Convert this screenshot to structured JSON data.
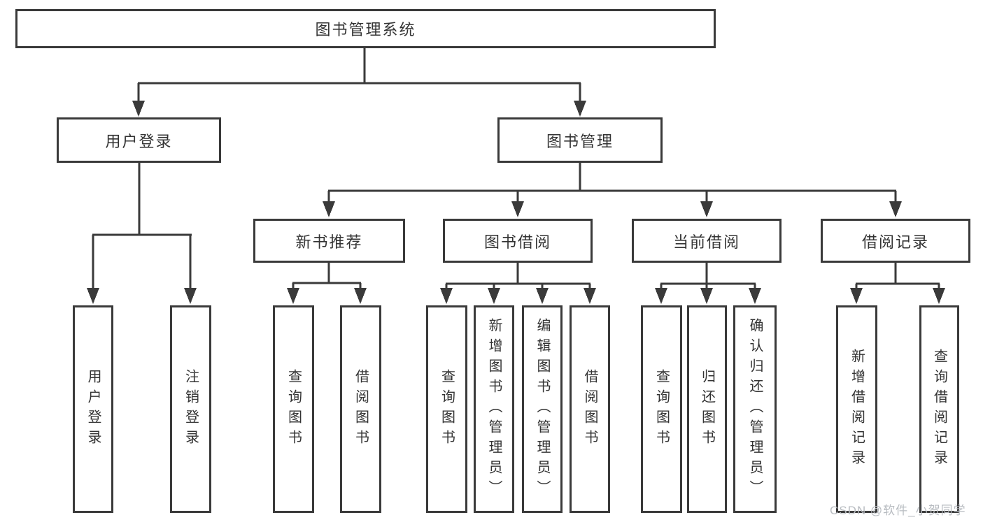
{
  "diagram": {
    "type": "tree-functional-structure",
    "root_id": "root",
    "nodes": [
      {
        "id": "root",
        "label": "图书管理系统",
        "parent": null,
        "level": 1
      },
      {
        "id": "user-login",
        "label": "用户登录",
        "parent": "root",
        "level": 2
      },
      {
        "id": "book-management",
        "label": "图书管理",
        "parent": "root",
        "level": 2
      },
      {
        "id": "new-book-recommend",
        "label": "新书推荐",
        "parent": "book-management",
        "level": 3
      },
      {
        "id": "book-borrow",
        "label": "图书借阅",
        "parent": "book-management",
        "level": 3
      },
      {
        "id": "current-borrow",
        "label": "当前借阅",
        "parent": "book-management",
        "level": 3
      },
      {
        "id": "borrow-records",
        "label": "借阅记录",
        "parent": "book-management",
        "level": 3
      },
      {
        "id": "user-login-op",
        "label": "用户登录",
        "parent": "user-login",
        "level": 4
      },
      {
        "id": "logout-op",
        "label": "注销登录",
        "parent": "user-login",
        "level": 4
      },
      {
        "id": "query-books-recommend",
        "label": "查询图书",
        "parent": "new-book-recommend",
        "level": 4
      },
      {
        "id": "borrow-books-recommend",
        "label": "借阅图书",
        "parent": "new-book-recommend",
        "level": 4
      },
      {
        "id": "query-books-borrow",
        "label": "查询图书",
        "parent": "book-borrow",
        "level": 4
      },
      {
        "id": "add-books-admin",
        "label": "新增图书（管理员）",
        "parent": "book-borrow",
        "level": 4
      },
      {
        "id": "edit-books-admin",
        "label": "编辑图书（管理员）",
        "parent": "book-borrow",
        "level": 4
      },
      {
        "id": "borrow-books-op",
        "label": "借阅图书",
        "parent": "book-borrow",
        "level": 4
      },
      {
        "id": "query-books-current",
        "label": "查询图书",
        "parent": "current-borrow",
        "level": 4
      },
      {
        "id": "return-books",
        "label": "归还图书",
        "parent": "current-borrow",
        "level": 4
      },
      {
        "id": "confirm-return-admin",
        "label": "确认归还（管理员）",
        "parent": "current-borrow",
        "level": 4
      },
      {
        "id": "add-borrow-record",
        "label": "新增借阅记录",
        "parent": "borrow-records",
        "level": 4
      },
      {
        "id": "query-borrow-record",
        "label": "查询借阅记录",
        "parent": "borrow-records",
        "level": 4
      }
    ]
  },
  "watermark": {
    "text": "CSDN @软件_小贺同学"
  },
  "colors": {
    "line": "#3a3a3a",
    "box_border": "#3a3a3a",
    "text": "#333333",
    "watermark": "#b8bcc1",
    "background": "#ffffff"
  }
}
